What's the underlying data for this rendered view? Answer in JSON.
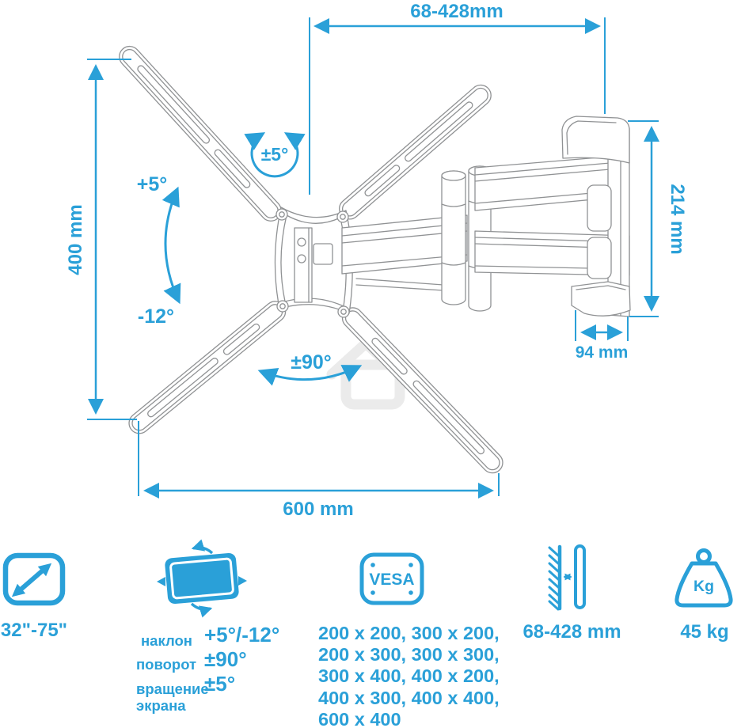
{
  "accent_color": "#2aa0d8",
  "line_color": "#909294",
  "diagram": {
    "extension_range": "68-428mm",
    "bracket_height": "400 mm",
    "wall_plate_height": "214 mm",
    "wall_plate_depth": "94 mm",
    "bracket_width": "600 mm",
    "screen_rotation": "±5°",
    "tilt_up": "+5°",
    "tilt_down": "-12°",
    "swivel_range": "±90°"
  },
  "specs": {
    "screen_size": "32\"-75\"",
    "tilt_label": "наклон",
    "tilt_value": "+5°/-12°",
    "swivel_label": "поворот",
    "swivel_value": "±90°",
    "rotation_label": "вращение экрана",
    "rotation_value": "±5°",
    "vesa_badge": "VESA",
    "vesa_sizes": "200 x 200, 300 x 200,\n200 x 300, 300 x 300,\n300 x 400, 400 x 200,\n400 x 300, 400 x 400,\n600 x 400",
    "wall_distance": "68-428 mm",
    "weight_badge": "Kg",
    "weight_value": "45 kg"
  }
}
